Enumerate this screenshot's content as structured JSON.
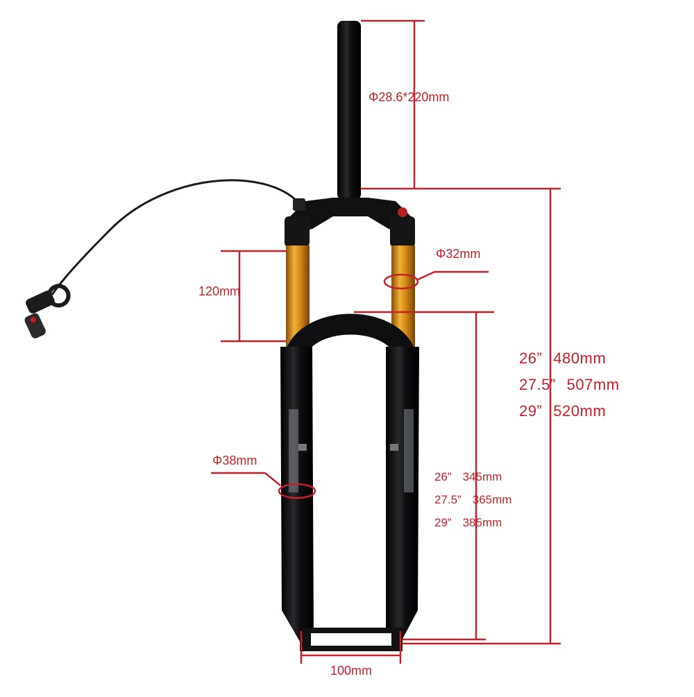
{
  "colors": {
    "dimension_line": "#c4202a",
    "fork_black": "#0d0d0f",
    "stanchion_gold": "#d48a18",
    "label_red": "#c4202a"
  },
  "labels": {
    "steerer": "Φ28.6*220mm",
    "stanchion": "Φ32mm",
    "travel": "120mm",
    "lower": "Φ38mm",
    "axle_width": "100mm"
  },
  "total_length": [
    {
      "wheel": "26”",
      "value": "480mm"
    },
    {
      "wheel": "27.5”",
      "value": "507mm"
    },
    {
      "wheel": "29”",
      "value": "520mm"
    }
  ],
  "crown_to_axle": [
    {
      "wheel": "26”",
      "value": "345mm"
    },
    {
      "wheel": "27.5”",
      "value": "365mm"
    },
    {
      "wheel": "29”",
      "value": "385mm"
    }
  ]
}
